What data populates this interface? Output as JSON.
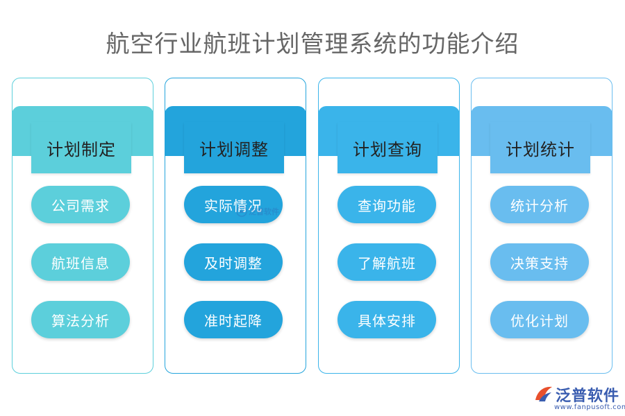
{
  "title": "航空行业航班计划管理系统的功能介绍",
  "columns": [
    {
      "header": "计划制定",
      "color": "#5ccfdb",
      "items": [
        "公司需求",
        "航班信息",
        "算法分析"
      ]
    },
    {
      "header": "计划调整",
      "color": "#23a4dc",
      "items": [
        "实际情况",
        "及时调整",
        "准时起降"
      ]
    },
    {
      "header": "计划查询",
      "color": "#3ab4ea",
      "items": [
        "查询功能",
        "了解航班",
        "具体安排"
      ]
    },
    {
      "header": "计划统计",
      "color": "#69bdef",
      "items": [
        "统计分析",
        "决策支持",
        "优化计划"
      ]
    }
  ],
  "watermark": {
    "text": "泛普软件"
  },
  "logo": {
    "name": "泛普软件",
    "url": "www.fanpusoft.com",
    "icon": "fanpu-logo-icon"
  }
}
